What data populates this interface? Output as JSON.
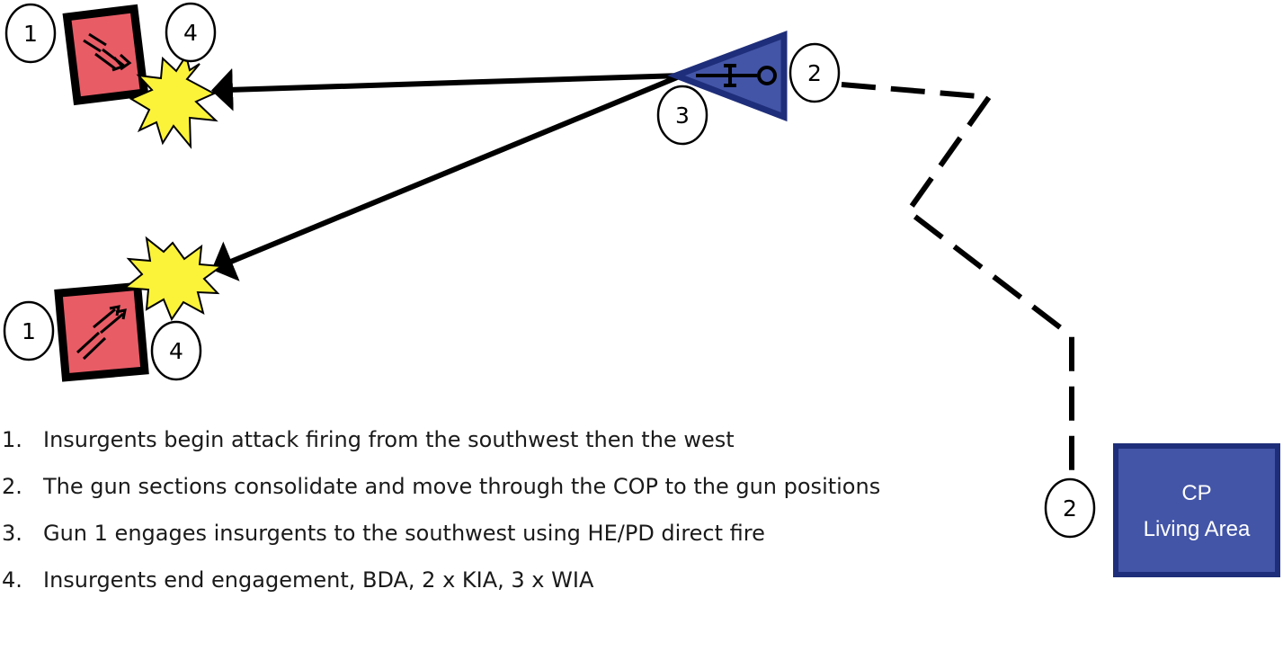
{
  "markers": {
    "insurgent_west": "1",
    "insurgent_southwest": "1",
    "gun_path_start": "2",
    "gun_path_end": "2",
    "gun_one": "3",
    "impact_west": "4",
    "impact_southwest": "4"
  },
  "command_post": {
    "line1": "CP",
    "line2": "Living Area",
    "fill_color": "#4355a7"
  },
  "colors": {
    "enemy_fill": "#e85c66",
    "friendly_fill": "#4355a7",
    "burst_fill": "#fbf33a"
  },
  "icons": {
    "enemy": "enemy-square-icon",
    "gun": "howitzer-triangle-icon",
    "burst": "explosion-burst-icon"
  },
  "notes": [
    {
      "num": "1.",
      "text": "Insurgents begin attack firing from the southwest then the west"
    },
    {
      "num": "2.",
      "text": "The gun sections consolidate and move through the COP to the gun positions"
    },
    {
      "num": "3.",
      "text": "Gun 1 engages insurgents to the southwest using HE/PD direct fire"
    },
    {
      "num": "4.",
      "text": "Insurgents end engagement, BDA, 2 x KIA, 3 x WIA"
    }
  ]
}
